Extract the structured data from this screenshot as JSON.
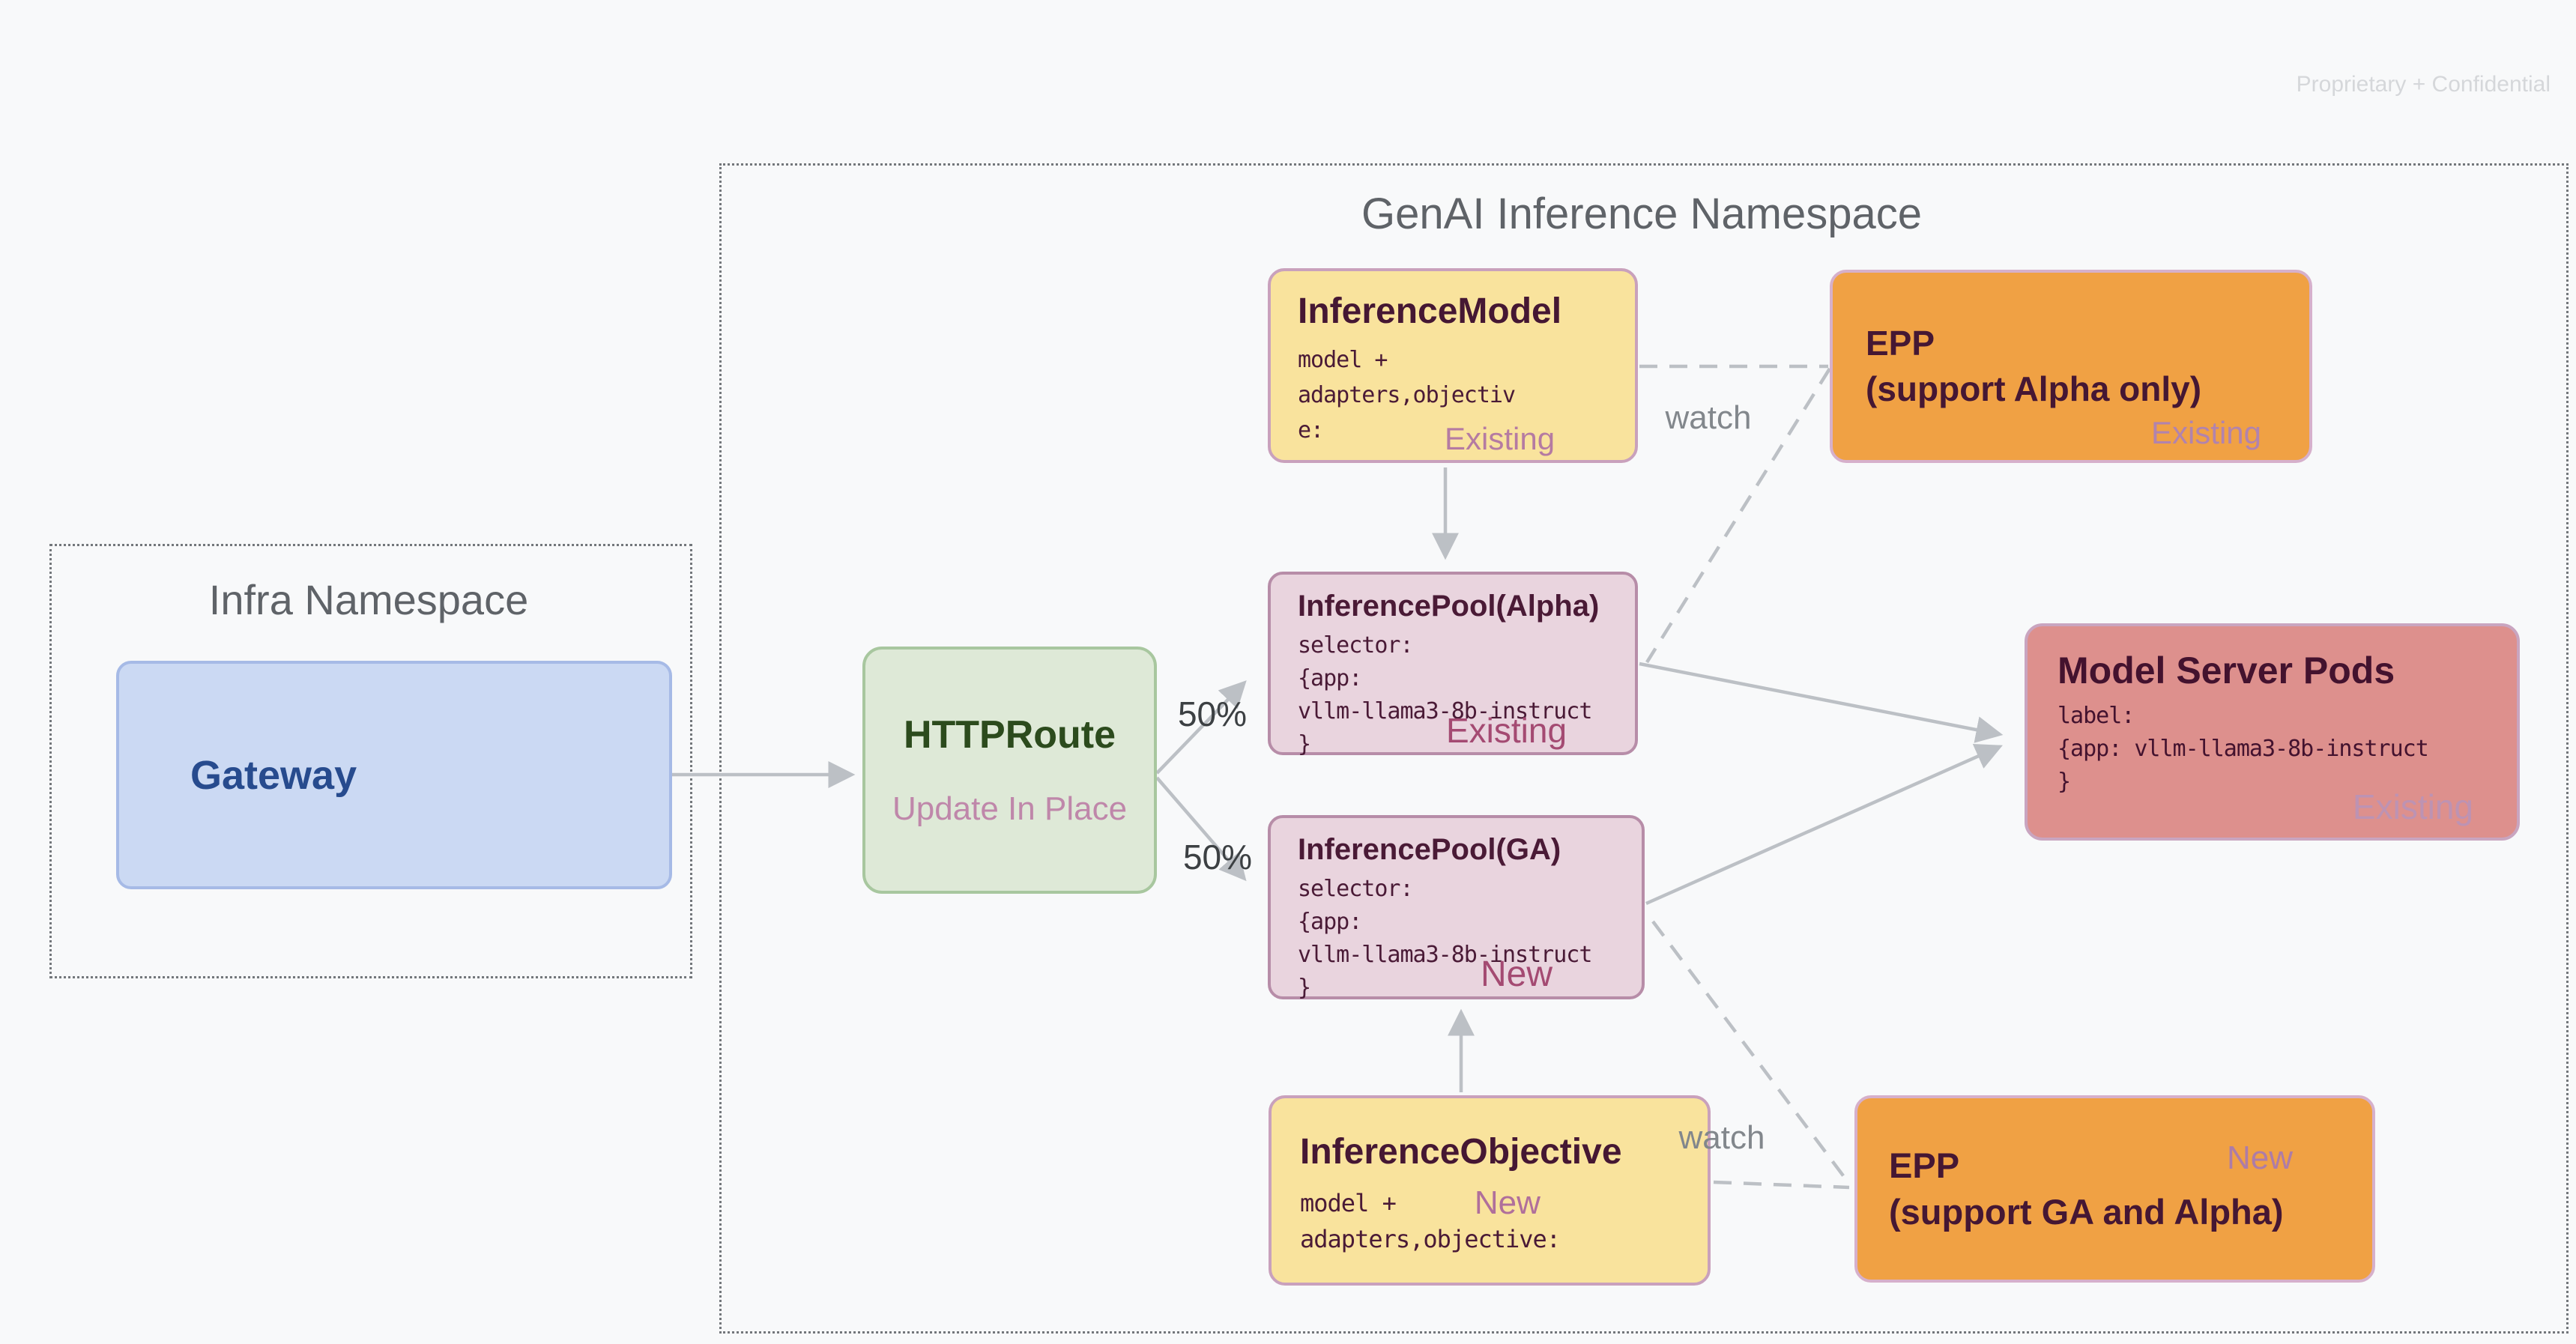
{
  "page": {
    "confidential": "Proprietary + Confidential",
    "background_color": "#F8F9FA"
  },
  "namespaces": {
    "infra": {
      "title": "Infra Namespace"
    },
    "genai": {
      "title": "GenAI Inference Namespace"
    }
  },
  "nodes": {
    "gateway": {
      "title": "Gateway",
      "fill": "#cbd9f3",
      "text_color": "#274b8e"
    },
    "httproute": {
      "title": "HTTPRoute",
      "subtitle": "Update In Place",
      "fill": "#dee9d7",
      "text_color": "#2c4b1d"
    },
    "inference_model": {
      "title": "InferenceModel",
      "code": [
        "model +",
        "adapters,objectiv",
        "e:"
      ],
      "badge": "Existing",
      "fill": "#f9e39d"
    },
    "epp_alpha": {
      "title_line1": "EPP",
      "title_line2": "(support Alpha only)",
      "badge": "Existing",
      "fill": "#f0a144"
    },
    "pool_alpha": {
      "title": "InferencePool(Alpha)",
      "code": [
        "selector:",
        "{app:",
        "vllm-llama3-8b-instruct",
        "}"
      ],
      "badge": "Existing",
      "fill": "#e9d4de"
    },
    "model_server_pods": {
      "title": "Model Server Pods",
      "code": [
        "label:",
        "{app: vllm-llama3-8b-instruct",
        "}"
      ],
      "badge": "Existing",
      "fill": "#dd908d"
    },
    "pool_ga": {
      "title": "InferencePool(GA)",
      "code": [
        "selector:",
        "{app:",
        "vllm-llama3-8b-instruct",
        "}"
      ],
      "badge": "New",
      "fill": "#e9d4de"
    },
    "inference_objective": {
      "title": "InferenceObjective",
      "code": [
        "model +",
        "adapters,objective:"
      ],
      "badge": "New",
      "fill": "#f9e39d"
    },
    "epp_ga": {
      "title_line1": "EPP",
      "title_line2": "(support GA and Alpha)",
      "badge": "New",
      "fill": "#f0a144"
    }
  },
  "labels": {
    "watch_top": "watch",
    "watch_bottom": "watch",
    "split_top": "50%",
    "split_bottom": "50%"
  },
  "colors": {
    "wire": "#bcc0c5",
    "badge_accent": "#a44a72",
    "namespace_border": "#73777b",
    "namespace_title": "#5f6368"
  }
}
